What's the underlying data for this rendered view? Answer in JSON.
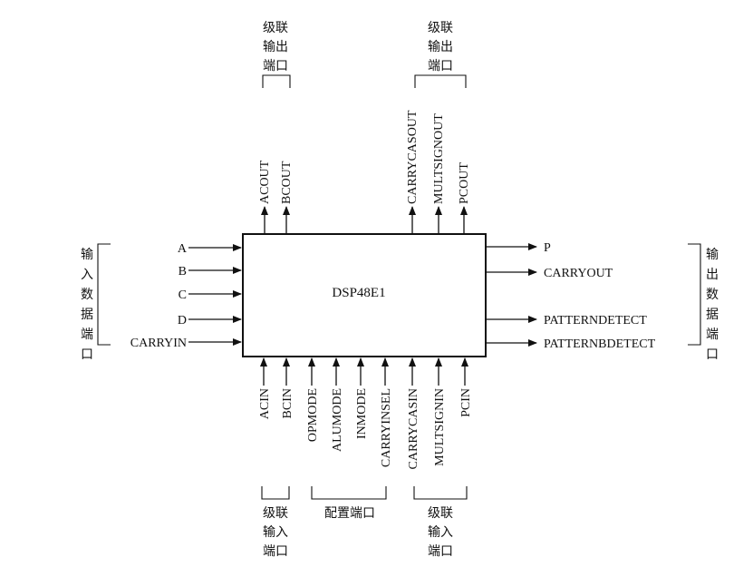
{
  "block": {
    "label": "DSP48E1"
  },
  "left_inputs": [
    "A",
    "B",
    "C",
    "D",
    "CARRYIN"
  ],
  "right_outputs": [
    "P",
    "CARRYOUT",
    "PATTERNDETECT",
    "PATTERNBDETECT"
  ],
  "top_outputs": [
    "ACOUT",
    "BCOUT",
    "CARRYCASOUT",
    "MULTSIGNOUT",
    "PCOUT"
  ],
  "bottom_inputs": [
    "ACIN",
    "BCIN",
    "OPMODE",
    "ALUMODE",
    "INMODE",
    "CARRYINSEL",
    "CARRYCASIN",
    "MULTSIGNIN",
    "PCIN"
  ],
  "groups": {
    "top_left": [
      "级联",
      "输出",
      "端口"
    ],
    "top_right": [
      "级联",
      "输出",
      "端口"
    ],
    "left": [
      "输",
      "入",
      "数",
      "据",
      "端",
      "口"
    ],
    "right": [
      "输",
      "出",
      "数",
      "据",
      "端",
      "口"
    ],
    "bottom_left": [
      "级联",
      "输入",
      "端口"
    ],
    "bottom_middle": "配置端口",
    "bottom_right": [
      "级联",
      "输入",
      "端口"
    ]
  }
}
